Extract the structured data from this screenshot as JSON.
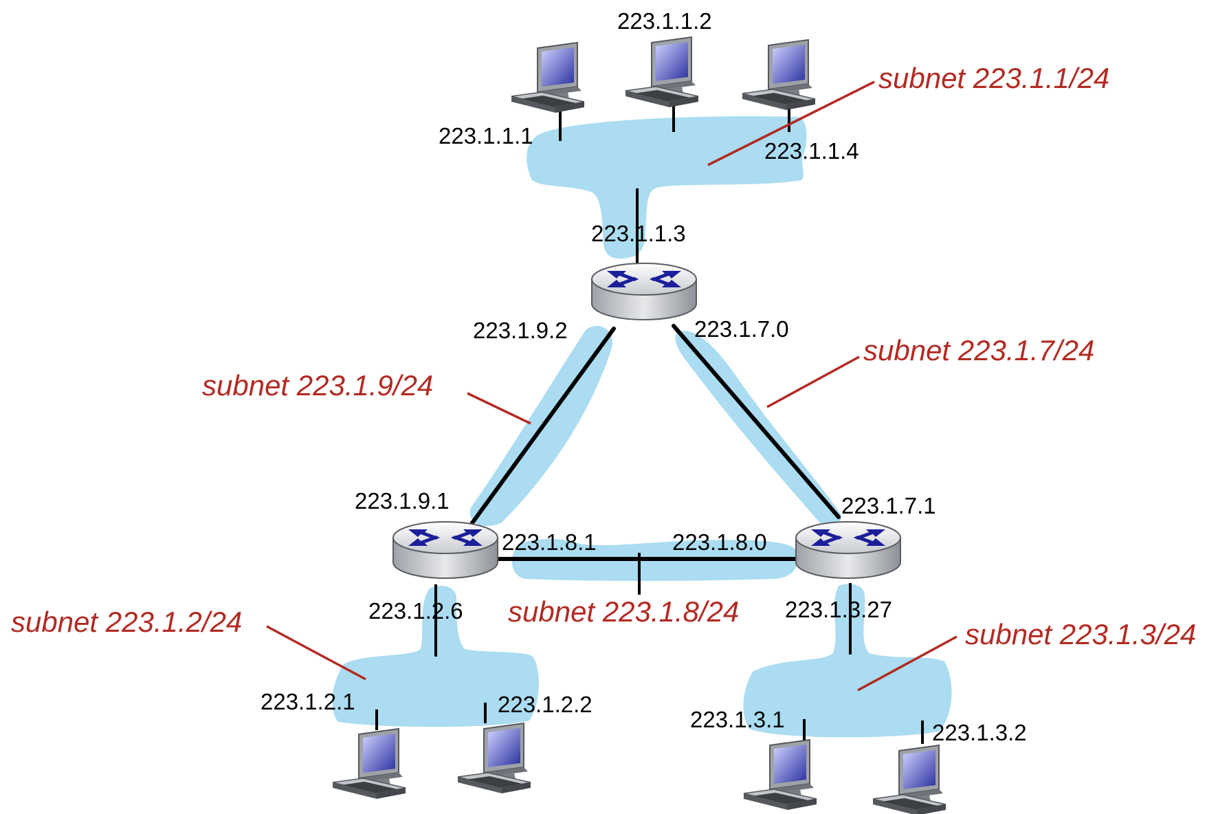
{
  "interfaces": {
    "h_1_1_1": "223.1.1.1",
    "h_1_1_2": "223.1.1.2",
    "h_1_1_4": "223.1.1.4",
    "r1_1_1_3": "223.1.1.3",
    "r1_1_9_2": "223.1.9.2",
    "r1_1_7_0": "223.1.7.0",
    "r2_1_9_1": "223.1.9.1",
    "r2_1_8_1": "223.1.8.1",
    "r2_1_2_6": "223.1.2.6",
    "r3_1_7_1": "223.1.7.1",
    "r3_1_8_0": "223.1.8.0",
    "r3_1_3_27": "223.1.3.27",
    "h_1_2_1": "223.1.2.1",
    "h_1_2_2": "223.1.2.2",
    "h_1_3_1": "223.1.3.1",
    "h_1_3_2": "223.1.3.2"
  },
  "subnets": {
    "s1": "subnet 223.1.1/24",
    "s9": "subnet 223.1.9/24",
    "s7": "subnet 223.1.7/24",
    "s8": "subnet 223.1.8/24",
    "s2": "subnet 223.1.2/24",
    "s3": "subnet 223.1.3/24"
  },
  "icons": {
    "host": "desktop-computer-icon",
    "router": "router-icon"
  },
  "colors": {
    "subnet_fill": "#abdcf1",
    "subnet_label": "#b22a22",
    "router_arrows": "#1b1f9a",
    "link": "#000000"
  }
}
